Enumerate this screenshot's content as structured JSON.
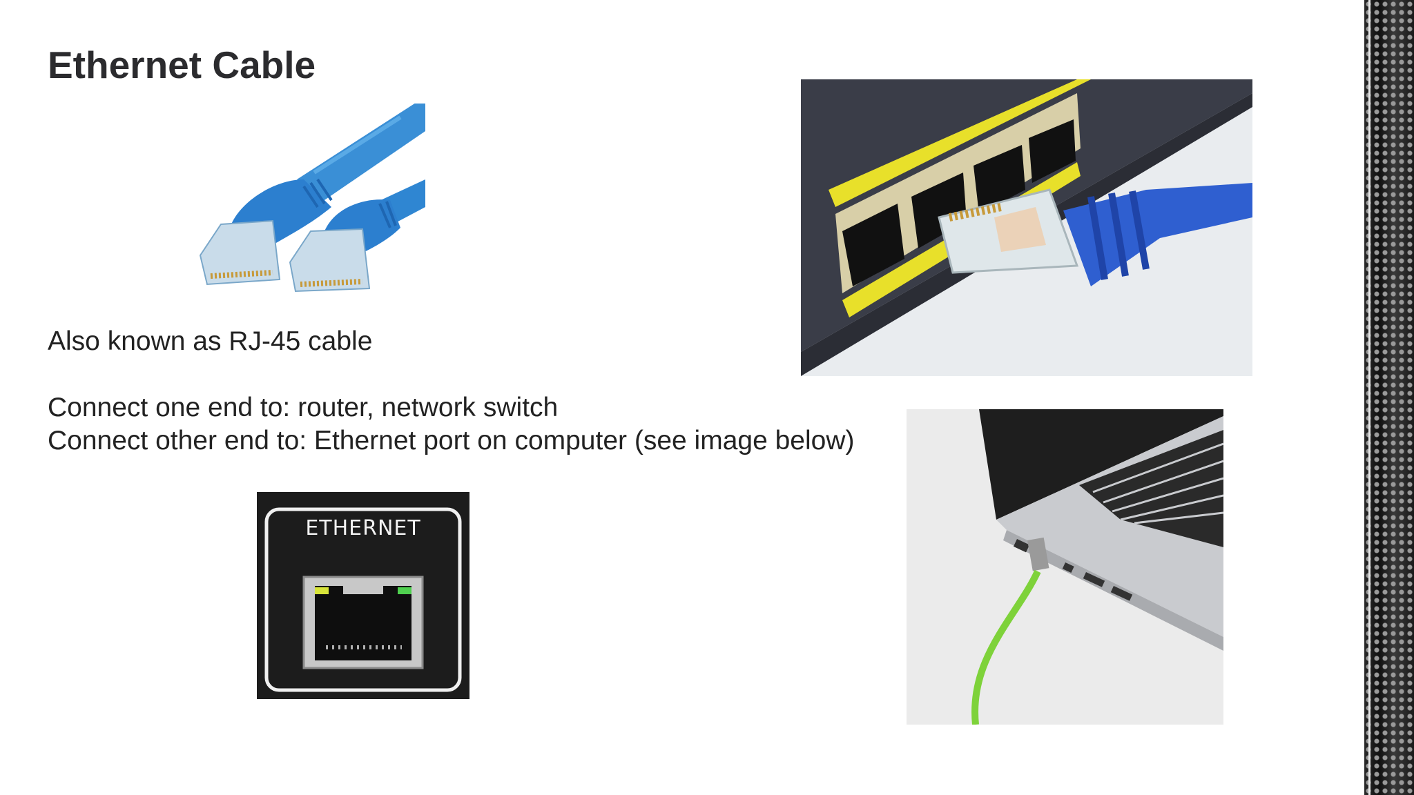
{
  "slide": {
    "title": "Ethernet Cable",
    "lines": [
      "Also known as RJ-45 cable",
      "Connect one end to: router, network switch",
      "Connect other end to: Ethernet port on computer (see image below)"
    ]
  },
  "images": {
    "port_label": "ETHERNET"
  },
  "colors": {
    "cable_blue": "#3a8fd6",
    "router_blue": "#2f5fd0",
    "router_body": "#3a3d48",
    "port_panel": "#1c1c1c",
    "green_cable": "#7ed23a",
    "laptop_silver": "#c9cbcf"
  }
}
